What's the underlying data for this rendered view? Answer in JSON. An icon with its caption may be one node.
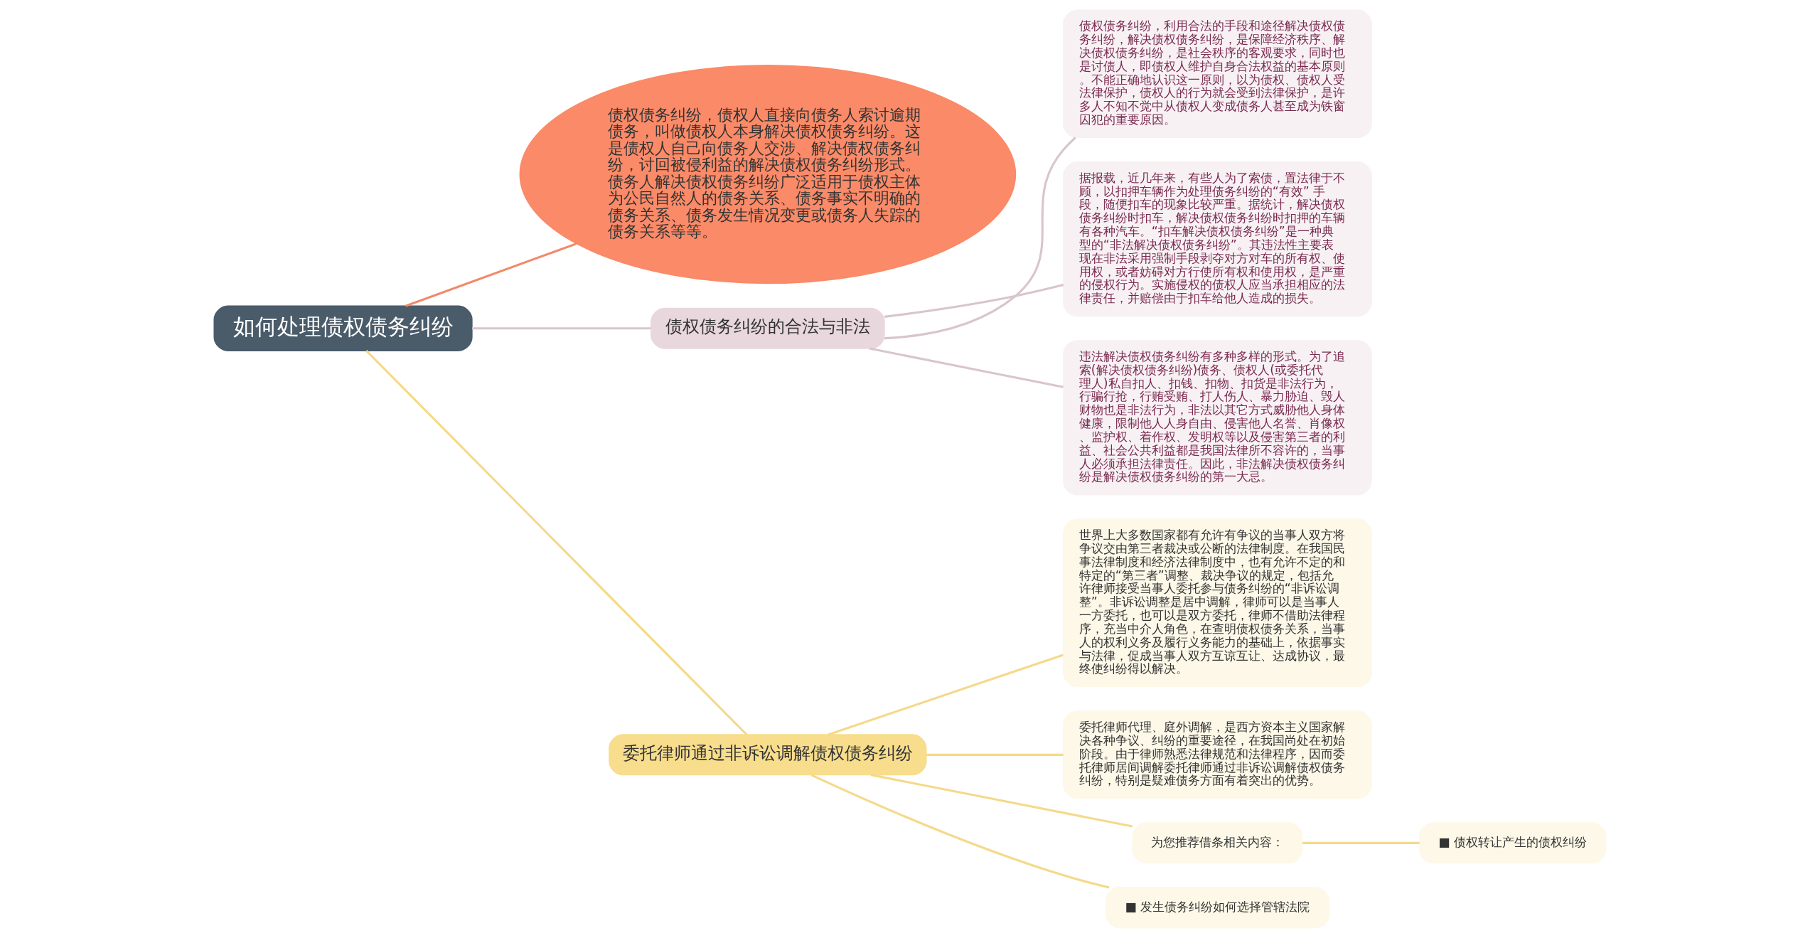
{
  "diagram": {
    "nodes": [
      {
        "text": [
          "如何处理债权债务纠纷"
        ]
      },
      {
        "text": [
          "债权债务纠纷，债权人直接向债务人索讨逾期债务，叫做债权人本身解决债权债务纠纷。这是债权人自己向债务人交涉、解决债权债务纠纷，讨回被侵利益的解决债权债务纠纷形式。债务人解决债权债务纠纷广泛适用于债权主体为公民自然人的债务关系、债务事实不明确的债务关系、债务发生情况变更或债务人失踪的债务关系等等。"
        ]
      },
      {
        "text": [
          "债权债务纠纷的合法与非法"
        ]
      },
      {
        "text": [
          "债权债务纠纷，利用合法的手段和途径解决债权债务纠纷，解决债权债务纠纷，是保障经济秩序、解决债权债务纠纷，是社会秩序的客观要求，同时也是讨债人，即债权人维护自身合法权益的基本原则。不能正确地认识这一原则，以为债权、债权人受法律保护，债权人的行为就会受到法律保护，是许多人不知不觉中从债权人变成债务人甚至成为铁窗囚犯的重要原因。"
        ]
      },
      {
        "text": [
          "据报载，近几年来，有些人为了索债，置法律于不顾，以扣押车辆作为处理债务纠纷的“有效” 手段，随便扣车的现象比较严重。据统计，解决债权债务纠纷时扣车，解决债权债务纠纷时扣押的车辆有各种汽车。“扣车解决债权债务纠纷”是一种典型的“非法解决债权债务纠纷”。其违法性主要表现在非法采用强制手段剥夺对方对车的所有权、使用权，或者妨碍对方行使所有权和使用权，是严重的侵权行为。实施侵权的债权人应当承担相应的法律责任，并赔偿由于扣车给他人造成的损失。"
        ]
      },
      {
        "text": [
          "违法解决债权债务纠纷有多种多样的形式。为了追索(解决债权债务纠纷)债务、债权人(或委托代理人)私自扣人、扣钱、扣物、扣货是非法行为，行骗行抢，行贿受贿、打人伤人、暴力胁迫、毁人财物也是非法行为，非法以其它方式威胁他人身体健康，限制他人人身自由、侵害他人名誉、肖像权、监护权、着作权、发明权等以及侵害第三者的利益、社会公共利益都是我国法律所不容许的，当事人必须承担法律责任。因此，非法解决债权债务纠纷是解决债权债务纠纷的第一大忌。"
        ]
      },
      {
        "text": [
          "委托律师通过非诉讼调解债权债务纠纷"
        ]
      },
      {
        "text": [
          "世界上大多数国家都有允许有争议的当事人双方将争议交由第三者裁决或公断的法律制度。在我国民事法律制度和经济法律制度中，也有允许不定的和特定的“第三者”调整、裁决争议的规定，包括允许律师接受当事人委托参与债务纠纷的“非诉讼调整”。非诉讼调整是居中调解，律师可以是当事人一方委托，也可以是双方委托，律师不借助法律程序，充当中介人角色，在查明债权债务关系，当事人的权利义务及履行义务能力的基础上，依据事实与法律，促成当事人双方互谅互让、达成协议，最终使纠纷得以解决。"
        ]
      },
      {
        "text": [
          "委托律师代理、庭外调解，是西方资本主义国家解决各种争议、纠纷的重要途径，在我国尚处在初始阶段。由于律师熟悉法律规范和法律程序，因而委托律师居间调解委托律师通过非诉讼调解债权债务纠纷，特别是疑难债务方面有着突出的优势。"
        ]
      },
      {
        "text": [
          "为您推荐借条相关内容："
        ]
      },
      {
        "text": [
          "■ 债权转让产生的债权纠纷"
        ]
      },
      {
        "text": [
          "■ 发生债务纠纷如何选择管辖法院"
        ]
      }
    ],
    "edges": [
      {
        "from": 0,
        "to": 1,
        "arrow": "none",
        "color": "#f08a6a"
      },
      {
        "from": 0,
        "to": 2,
        "arrow": "none",
        "color": "#d9c5cc"
      },
      {
        "from": 2,
        "to": 3,
        "arrow": "none",
        "color": "#d9c5cc"
      },
      {
        "from": 2,
        "to": 4,
        "arrow": "none",
        "color": "#d9c5cc"
      },
      {
        "from": 2,
        "to": 5,
        "arrow": "none",
        "color": "#d9c5cc"
      },
      {
        "from": 0,
        "to": 6,
        "arrow": "none",
        "color": "#f5d98a"
      },
      {
        "from": 6,
        "to": 7,
        "arrow": "none",
        "color": "#f5d98a"
      },
      {
        "from": 6,
        "to": 8,
        "arrow": "none",
        "color": "#f5d98a"
      },
      {
        "from": 6,
        "to": 9,
        "arrow": "none",
        "color": "#f5d98a"
      },
      {
        "from": 9,
        "to": 10,
        "arrow": "none",
        "color": "#f5d98a"
      },
      {
        "from": 6,
        "to": 11,
        "arrow": "none",
        "color": "#f5d98a"
      }
    ]
  }
}
